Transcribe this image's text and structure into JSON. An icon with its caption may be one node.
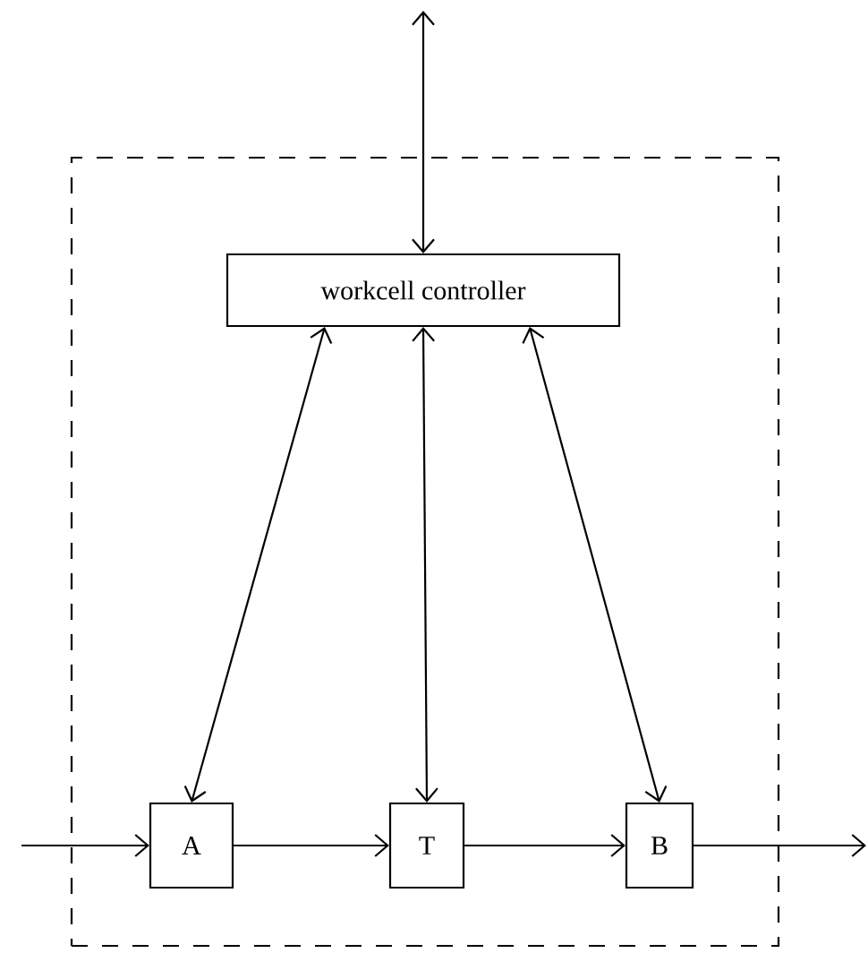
{
  "diagram": {
    "nodes": [
      {
        "text": [],
        "shape": "box"
      },
      {
        "text": [
          "workcell controller"
        ],
        "in": 0
      },
      {
        "text": [
          "A"
        ],
        "in": 0
      },
      {
        "text": [
          "T"
        ],
        "in": 0
      },
      {
        "text": [
          "B"
        ],
        "in": 0
      }
    ],
    "edges": [
      {
        "from": null,
        "to": 1,
        "arrow": "both"
      },
      {
        "from": 1,
        "to": 2,
        "arrow": "both"
      },
      {
        "from": 1,
        "to": 3,
        "arrow": "both"
      },
      {
        "from": 1,
        "to": 4,
        "arrow": "both"
      },
      {
        "from": null,
        "to": 2,
        "arrow": "to"
      },
      {
        "from": 2,
        "to": 3,
        "arrow": "to"
      },
      {
        "from": 3,
        "to": 4,
        "arrow": "to"
      },
      {
        "from": 4,
        "to": null,
        "arrow": "to"
      }
    ]
  }
}
